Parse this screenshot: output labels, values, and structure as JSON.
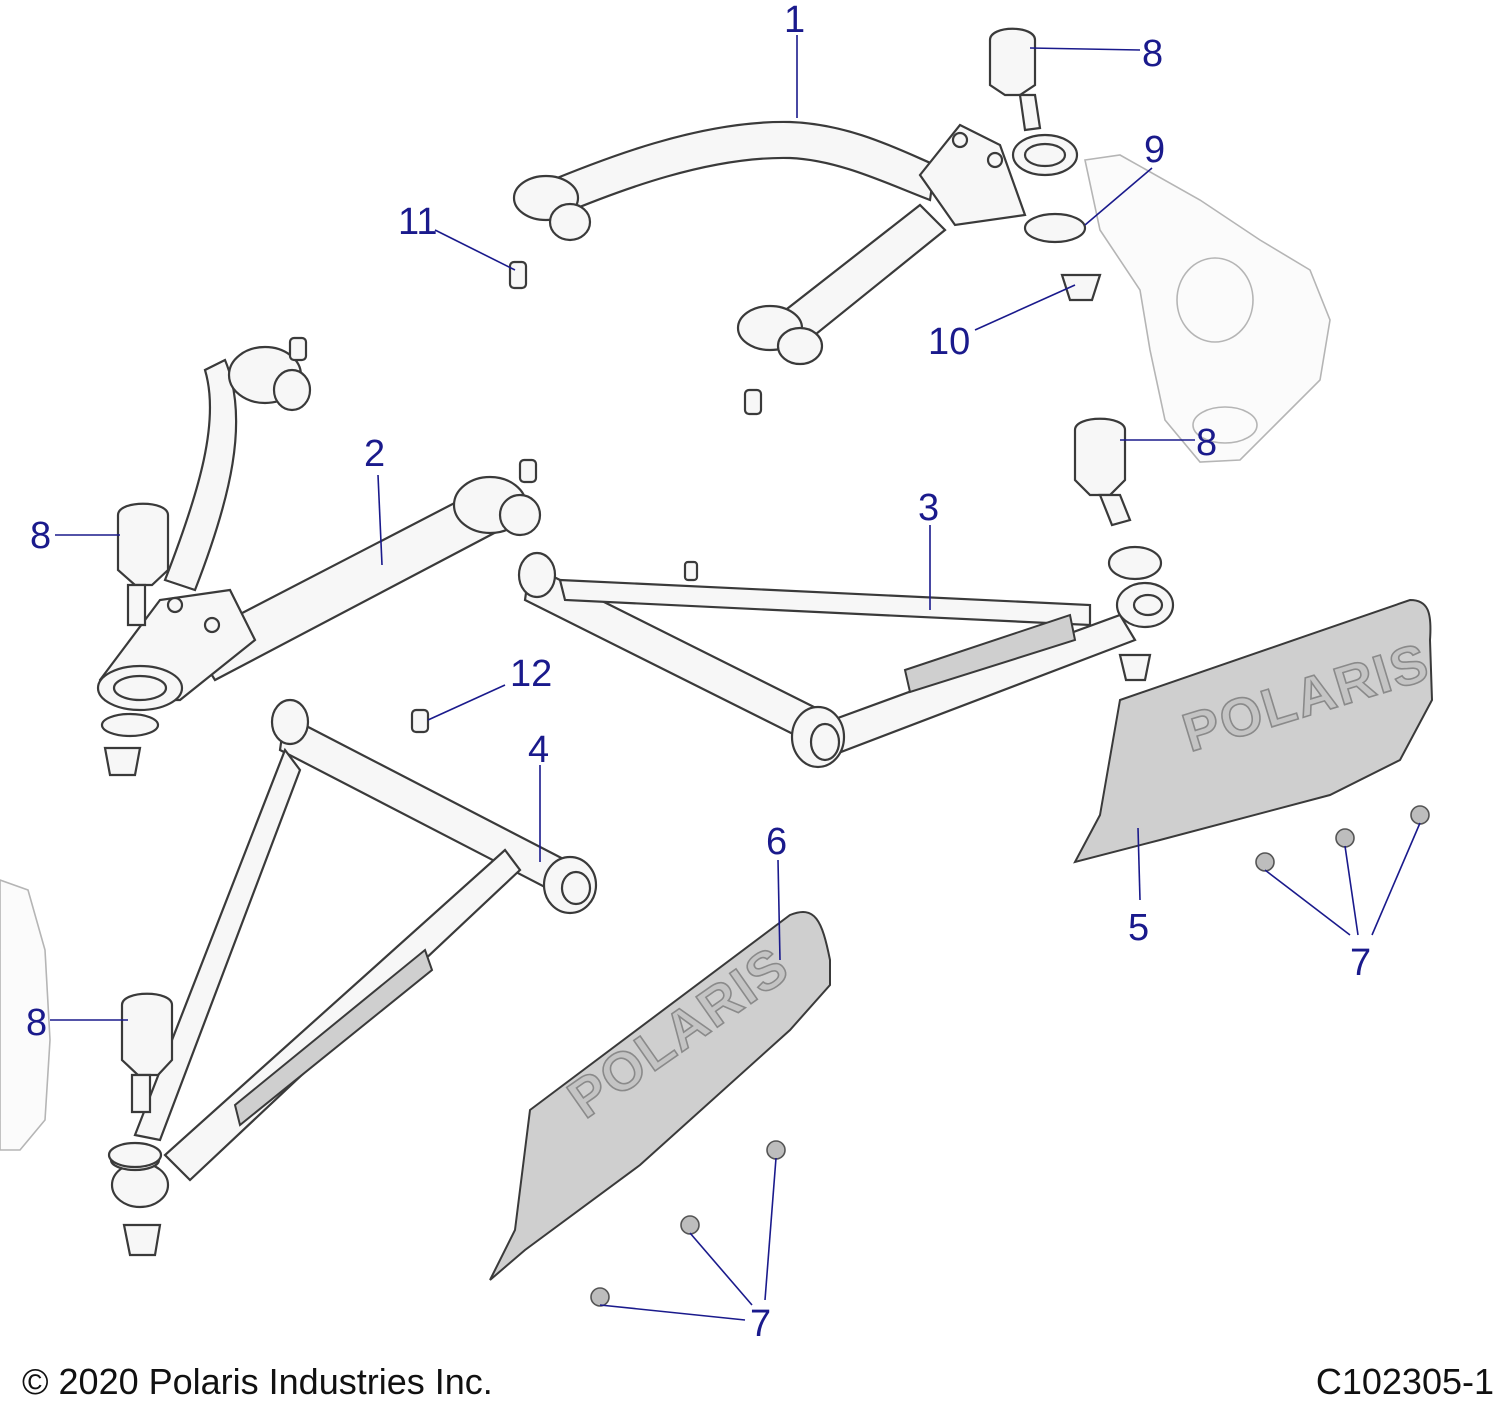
{
  "callouts": {
    "c1": "1",
    "c2": "2",
    "c3": "3",
    "c4": "4",
    "c5": "5",
    "c6": "6",
    "c7a": "7",
    "c7b": "7",
    "c8a": "8",
    "c8b": "8",
    "c8c": "8",
    "c8d": "8",
    "c9": "9",
    "c10": "10",
    "c11": "11",
    "c12": "12"
  },
  "skid_plates": {
    "logo_text": "POLARIS"
  },
  "footer": {
    "copyright": "© 2020 Polaris Industries Inc.",
    "drawing_id": "C102305-1"
  },
  "colors": {
    "callout": "#1a1a8c",
    "outline": "#3a3a3a",
    "plate_fill": "#cfcfcf"
  }
}
